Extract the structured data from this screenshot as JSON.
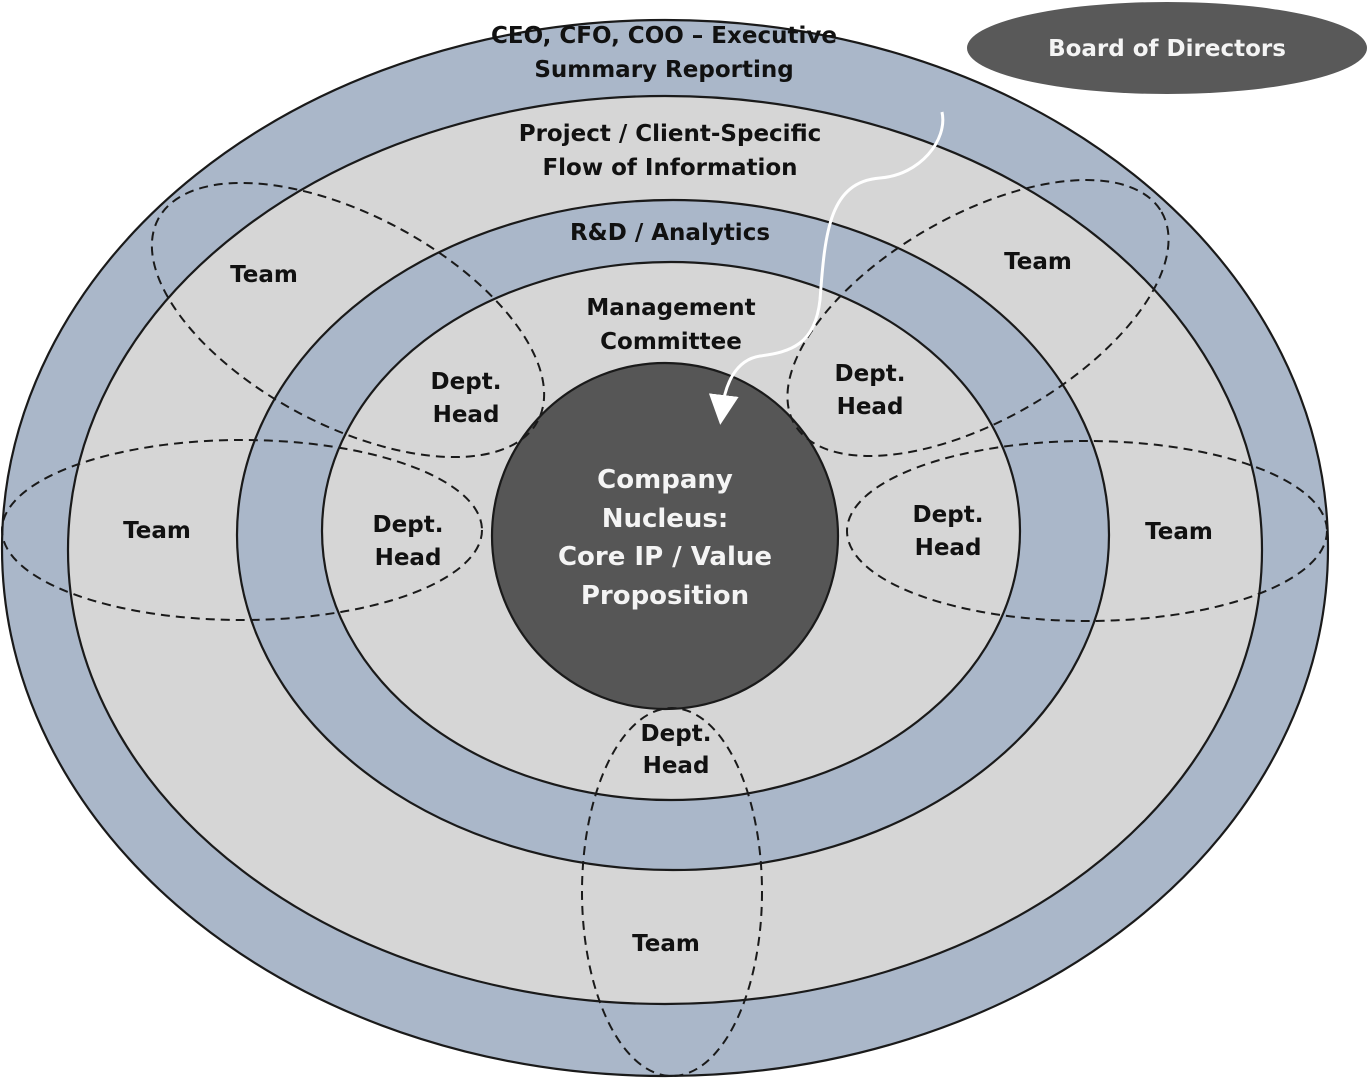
{
  "colors": {
    "outer_band": "#aab7c9",
    "light_band": "#d6d6d6",
    "nucleus": "#565656",
    "board": "#595959",
    "outline": "#1a1a1a",
    "arrow": "#ffffff"
  },
  "rings": [
    {
      "name": "executive",
      "lines": [
        "CEO, CFO, COO – Executive",
        "Summary Reporting"
      ]
    },
    {
      "name": "project",
      "lines": [
        "Project / Client-Specific",
        "Flow of Information"
      ]
    },
    {
      "name": "rnd",
      "lines": [
        "R&D / Analytics"
      ]
    },
    {
      "name": "management",
      "lines": [
        "Management",
        "Committee"
      ]
    }
  ],
  "nucleus": {
    "lines": [
      "Company",
      "Nucleus:",
      "Core IP / Value",
      "Proposition"
    ]
  },
  "board": {
    "label": "Board of Directors"
  },
  "groups": [
    {
      "position": "top-left",
      "team": "Team",
      "dept": [
        "Dept.",
        "Head"
      ]
    },
    {
      "position": "top-right",
      "team": "Team",
      "dept": [
        "Dept.",
        "Head"
      ]
    },
    {
      "position": "left",
      "team": "Team",
      "dept": [
        "Dept.",
        "Head"
      ]
    },
    {
      "position": "right",
      "team": "Team",
      "dept": [
        "Dept.",
        "Head"
      ]
    },
    {
      "position": "bottom",
      "team": "Team",
      "dept": [
        "Dept.",
        "Head"
      ]
    }
  ],
  "arrow": {
    "meaning": "information flow from Board of Directors to Company Nucleus"
  }
}
